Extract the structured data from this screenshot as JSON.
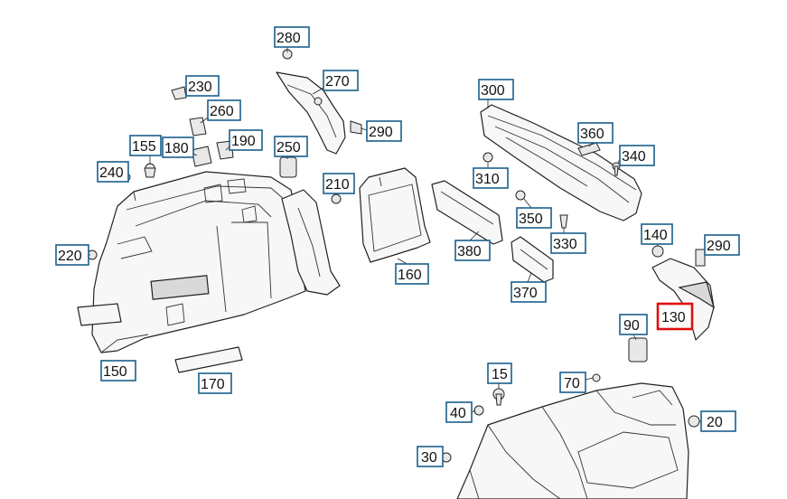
{
  "diagram": {
    "callouts": [
      {
        "id": "c280",
        "label": "280",
        "highlight": false
      },
      {
        "id": "c270",
        "label": "270",
        "highlight": false
      },
      {
        "id": "c230",
        "label": "230",
        "highlight": false
      },
      {
        "id": "c260",
        "label": "260",
        "highlight": false
      },
      {
        "id": "c290a",
        "label": "290",
        "highlight": false
      },
      {
        "id": "c155",
        "label": "155",
        "highlight": false
      },
      {
        "id": "c180",
        "label": "180",
        "highlight": false
      },
      {
        "id": "c190",
        "label": "190",
        "highlight": false
      },
      {
        "id": "c250",
        "label": "250",
        "highlight": false
      },
      {
        "id": "c240",
        "label": "240",
        "highlight": false
      },
      {
        "id": "c210",
        "label": "210",
        "highlight": false
      },
      {
        "id": "c220",
        "label": "220",
        "highlight": false
      },
      {
        "id": "c160",
        "label": "160",
        "highlight": false
      },
      {
        "id": "c150",
        "label": "150",
        "highlight": false
      },
      {
        "id": "c170",
        "label": "170",
        "highlight": false
      },
      {
        "id": "c300",
        "label": "300",
        "highlight": false
      },
      {
        "id": "c360",
        "label": "360",
        "highlight": false
      },
      {
        "id": "c340",
        "label": "340",
        "highlight": false
      },
      {
        "id": "c310",
        "label": "310",
        "highlight": false
      },
      {
        "id": "c350",
        "label": "350",
        "highlight": false
      },
      {
        "id": "c330",
        "label": "330",
        "highlight": false
      },
      {
        "id": "c380",
        "label": "380",
        "highlight": false
      },
      {
        "id": "c370",
        "label": "370",
        "highlight": false
      },
      {
        "id": "c140",
        "label": "140",
        "highlight": false
      },
      {
        "id": "c290b",
        "label": "290",
        "highlight": false
      },
      {
        "id": "c130",
        "label": "130",
        "highlight": true
      },
      {
        "id": "c90",
        "label": "90",
        "highlight": false
      },
      {
        "id": "c15",
        "label": "15",
        "highlight": false
      },
      {
        "id": "c70",
        "label": "70",
        "highlight": false
      },
      {
        "id": "c40",
        "label": "40",
        "highlight": false
      },
      {
        "id": "c20",
        "label": "20",
        "highlight": false
      },
      {
        "id": "c30",
        "label": "30",
        "highlight": false
      }
    ],
    "colors": {
      "callout_border": "#1a5f8c",
      "highlight_border": "#e01010",
      "line": "#222222",
      "background": "#ffffff"
    }
  }
}
